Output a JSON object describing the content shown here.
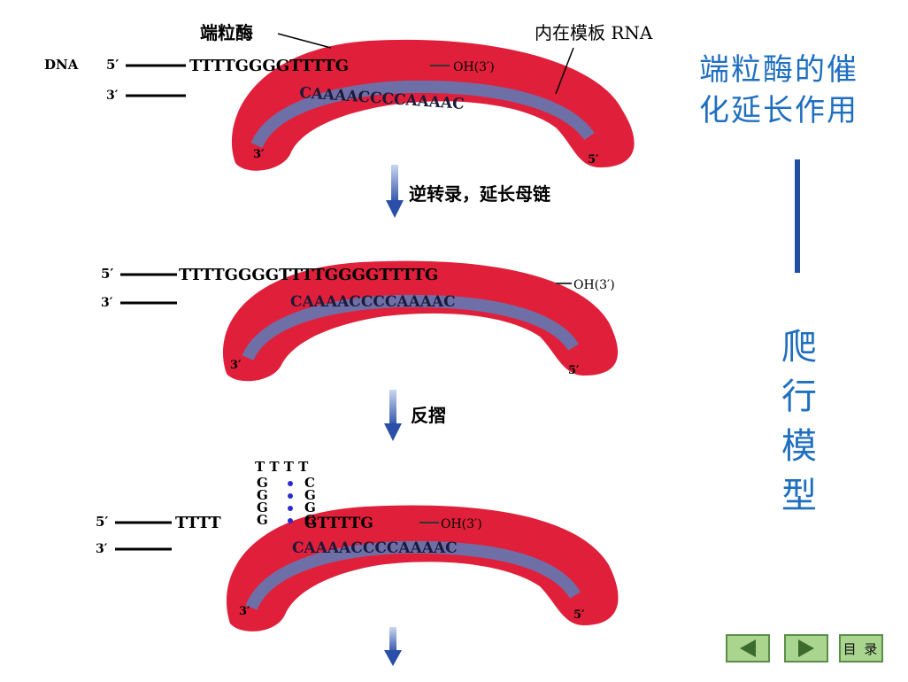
{
  "labels": {
    "enzyme": "端粒酶",
    "template_rna": "内在模板 RNA",
    "dna": "DNA",
    "five_prime": "5′",
    "three_prime": "3′",
    "oh_end": "OH(3′)",
    "step1_action": "逆转录，延长母链",
    "step2_action": "反摺"
  },
  "panel1": {
    "strand": "TTTTGGGGTTTTG",
    "template": "CAAAACCCCAAAAC"
  },
  "panel2": {
    "strand": "TTTTGGGGTTTTGGGGTTTTG",
    "template": "CAAAACCCCAAAAC"
  },
  "panel3": {
    "strand_left": "TTTT",
    "strand_right": "GTTTTG",
    "hairpin_left": [
      "G",
      "G",
      "G",
      "G"
    ],
    "hairpin_right": [
      "C",
      "G",
      "G",
      "G"
    ],
    "hairpin_top": "T T T T",
    "template": "CAAAACCCCAAAAC"
  },
  "side": {
    "title_line1": "端粒酶的催",
    "title_line2": "化延长作用",
    "model": [
      "爬",
      "行",
      "模",
      "型"
    ]
  },
  "nav": {
    "toc_label": "目 录"
  },
  "colors": {
    "enzyme": "#e0203a",
    "rna_band": "#6f6fa8",
    "arrow": "#2b4fa8",
    "side_text": "#1f6fbf"
  }
}
